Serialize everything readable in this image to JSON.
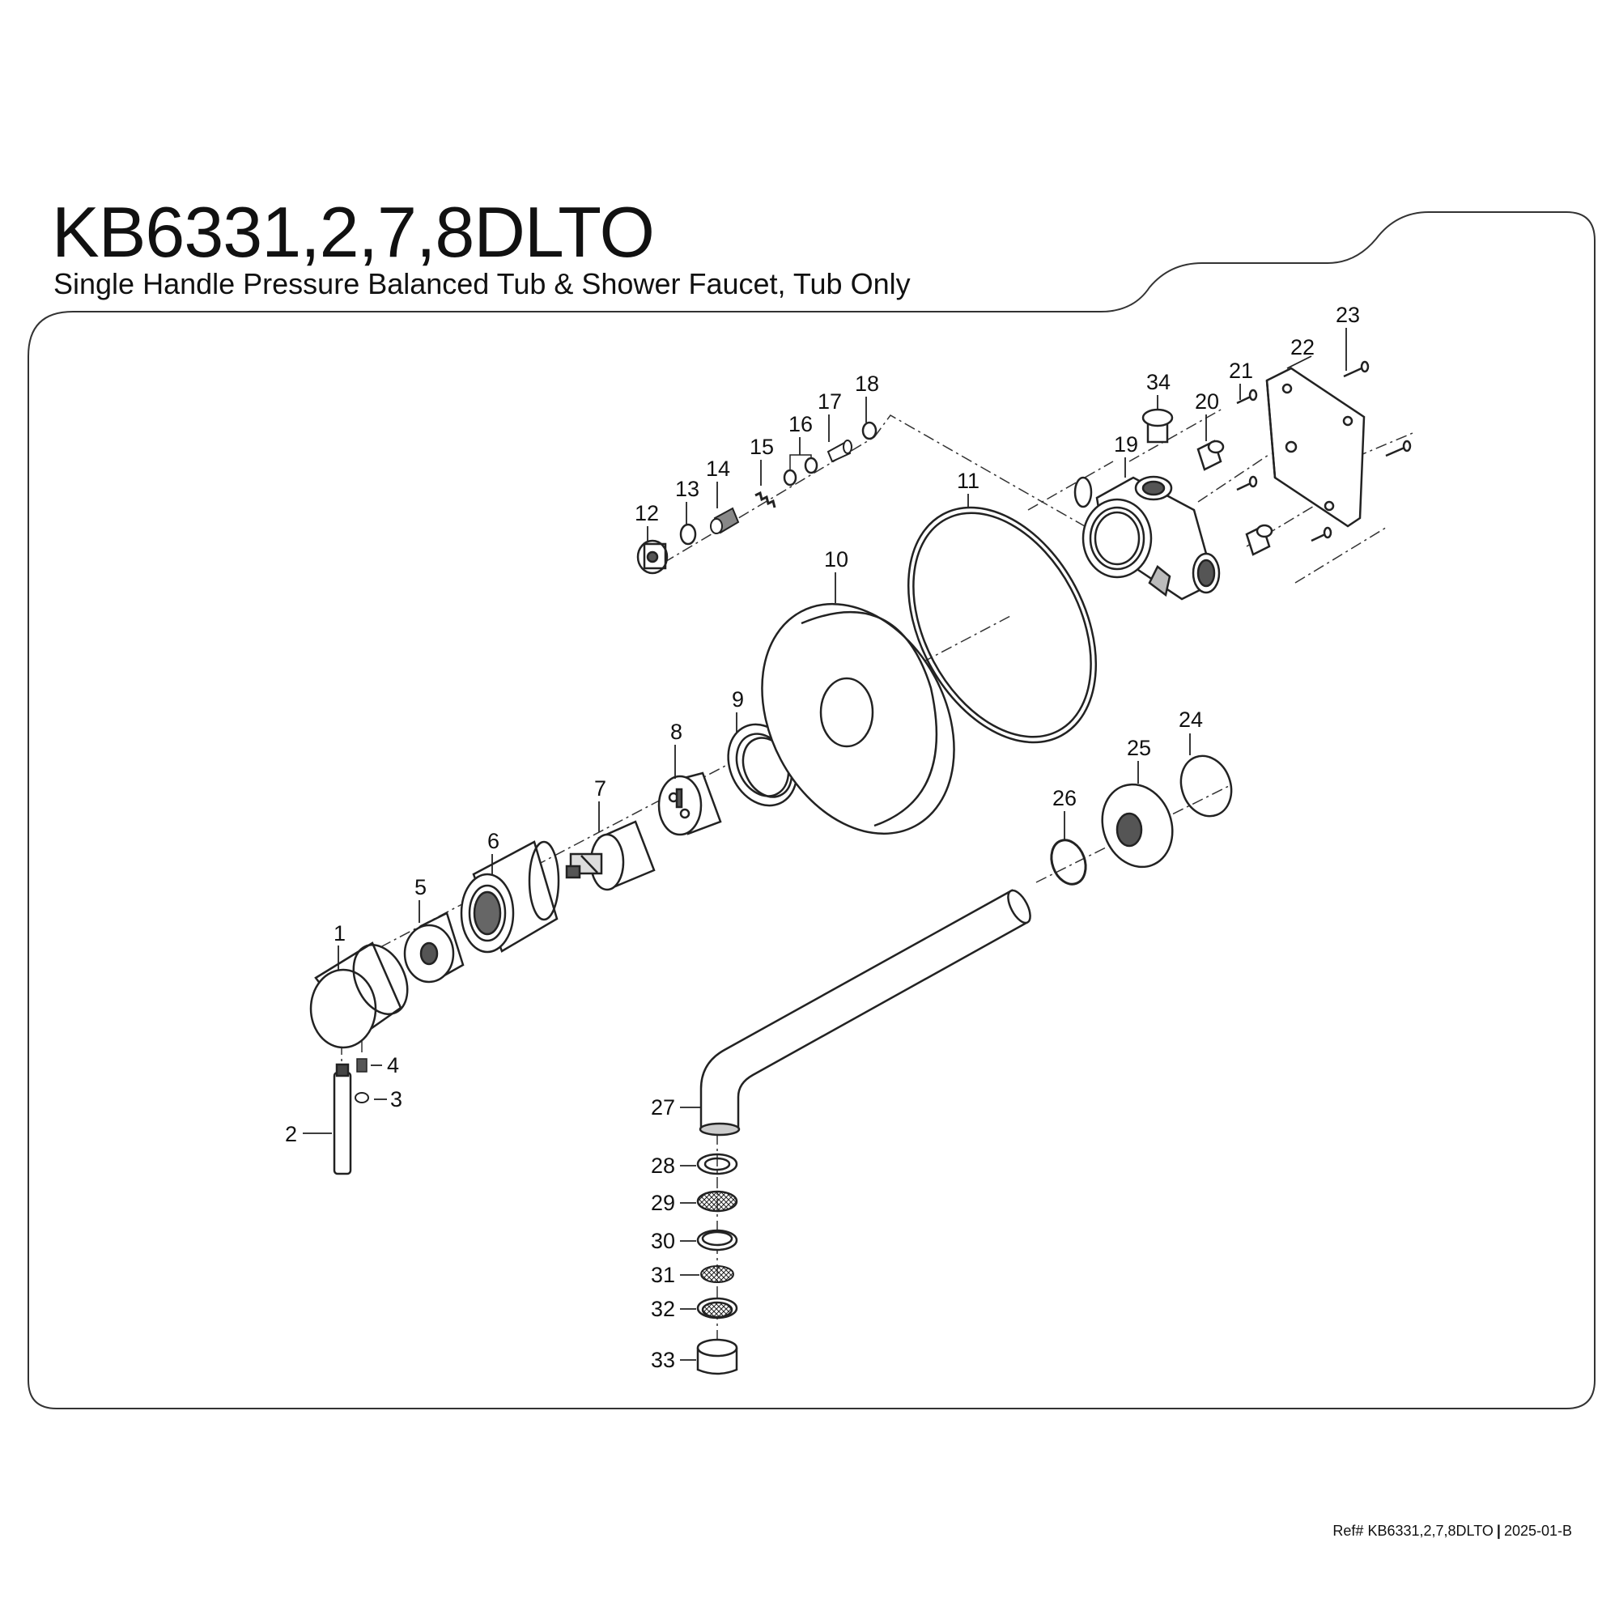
{
  "title": "KB6331,2,7,8DLTO",
  "subtitle": "Single Handle Pressure Balanced Tub & Shower Faucet, Tub Only",
  "reference": {
    "model": "Ref# KB6331,2,7,8DLTO",
    "separator": "|",
    "revision": "2025-01-B"
  },
  "callouts": [
    "1",
    "2",
    "3",
    "4",
    "5",
    "6",
    "7",
    "8",
    "9",
    "10",
    "11",
    "12",
    "13",
    "14",
    "15",
    "16",
    "17",
    "18",
    "19",
    "20",
    "21",
    "22",
    "23",
    "24",
    "25",
    "26",
    "27",
    "28",
    "29",
    "30",
    "31",
    "32",
    "33",
    "34"
  ]
}
